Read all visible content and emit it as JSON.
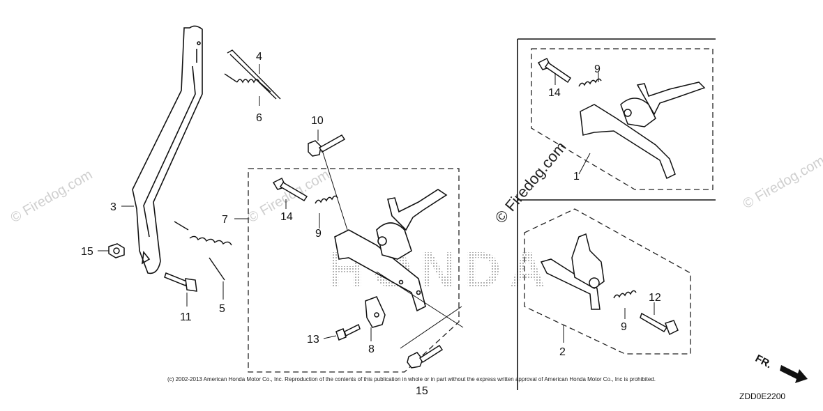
{
  "callouts": {
    "c1": "1",
    "c2": "2",
    "c3": "3",
    "c4": "4",
    "c5": "5",
    "c6": "6",
    "c7": "7",
    "c8": "8",
    "c9a": "9",
    "c9b": "9",
    "c9c": "9",
    "c10": "10",
    "c11": "11",
    "c12": "12",
    "c13": "13",
    "c14a": "14",
    "c14b": "14",
    "c15": "15",
    "c15b": "15"
  },
  "watermarks": {
    "firedog": "© Firedog.com",
    "brand": "HONDA"
  },
  "copyright": "(c) 2002-2013 American Honda Motor Co., Inc. Reproduction of the contents of this publication in whole or in part without the express written approval of American Honda Motor Co., Inc is prohibited.",
  "diagram_code": "ZDD0E2200",
  "direction_label": "FR."
}
